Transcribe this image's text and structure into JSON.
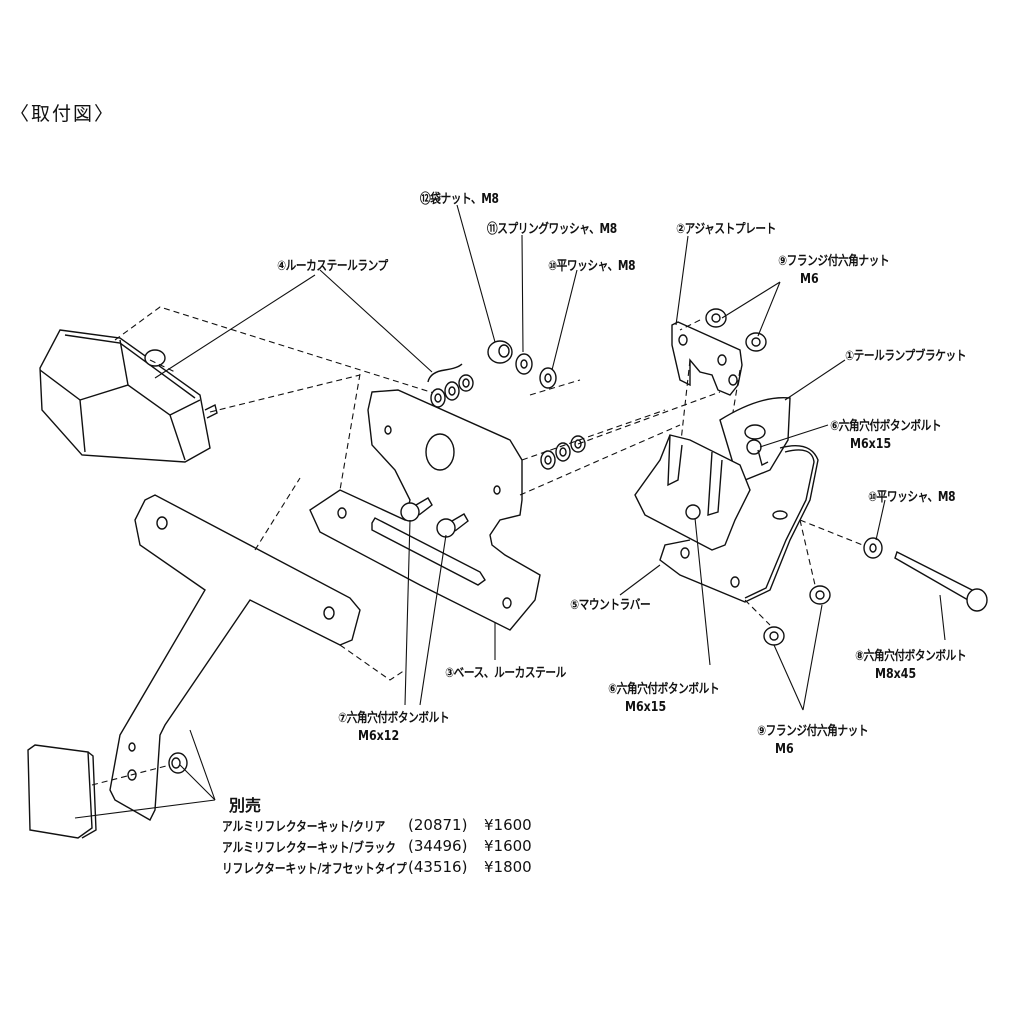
{
  "title": "〈取付図〉",
  "parts": [
    {
      "no": "①",
      "name": "テールランプブラケット",
      "spec": ""
    },
    {
      "no": "②",
      "name": "アジャストプレート",
      "spec": ""
    },
    {
      "no": "③",
      "name": "ベース、ルーカステール",
      "spec": ""
    },
    {
      "no": "④",
      "name": "ルーカステールランプ",
      "spec": ""
    },
    {
      "no": "⑤",
      "name": "マウントラバー",
      "spec": ""
    },
    {
      "no": "⑥",
      "name": "六角穴付ボタンボルト",
      "spec": "M6x15"
    },
    {
      "no": "⑦",
      "name": "六角穴付ボタンボルト",
      "spec": "M6x12"
    },
    {
      "no": "⑧",
      "name": "六角穴付ボタンボルト",
      "spec": "M8x45"
    },
    {
      "no": "⑨",
      "name": "フランジ付六角ナット",
      "spec": "M6"
    },
    {
      "no": "⑩",
      "name": "平ワッシャ、M8",
      "spec": ""
    },
    {
      "no": "⑪",
      "name": "スプリングワッシャ、M8",
      "spec": ""
    },
    {
      "no": "⑫",
      "name": "袋ナット、M8",
      "spec": ""
    }
  ],
  "labels": {
    "l12": "⑫袋ナット、M8",
    "l11": "⑪スプリングワッシャ、M8",
    "l10a": "⑩平ワッシャ、M8",
    "l2": "②アジャストプレート",
    "l9a": "⑨フランジ付六角ナット",
    "l9a_spec": "M6",
    "l4": "④ルーカステールランプ",
    "l1": "①テールランプブラケット",
    "l6a": "⑥六角穴付ボタンボルト",
    "l6a_spec": "M6x15",
    "l10b": "⑩平ワッシャ、M8",
    "l5": "⑤マウントラバー",
    "l8": "⑧六角穴付ボタンボルト",
    "l8_spec": "M8x45",
    "l3": "③ベース、ルーカステール",
    "l6b": "⑥六角穴付ボタンボルト",
    "l6b_spec": "M6x15",
    "l7": "⑦六角穴付ボタンボルト",
    "l7_spec": "M6x12",
    "l9b": "⑨フランジ付六角ナット",
    "l9b_spec": "M6"
  },
  "sold_separately": {
    "heading": "別売",
    "items": [
      {
        "name": "アルミリフレクターキット/クリア",
        "code": "(20871)",
        "price": "¥1600"
      },
      {
        "name": "アルミリフレクターキット/ブラック",
        "code": "(34496)",
        "price": "¥1600"
      },
      {
        "name": "リフレクターキット/オフセットタイプ",
        "code": "(43516)",
        "price": "¥1800"
      }
    ]
  }
}
